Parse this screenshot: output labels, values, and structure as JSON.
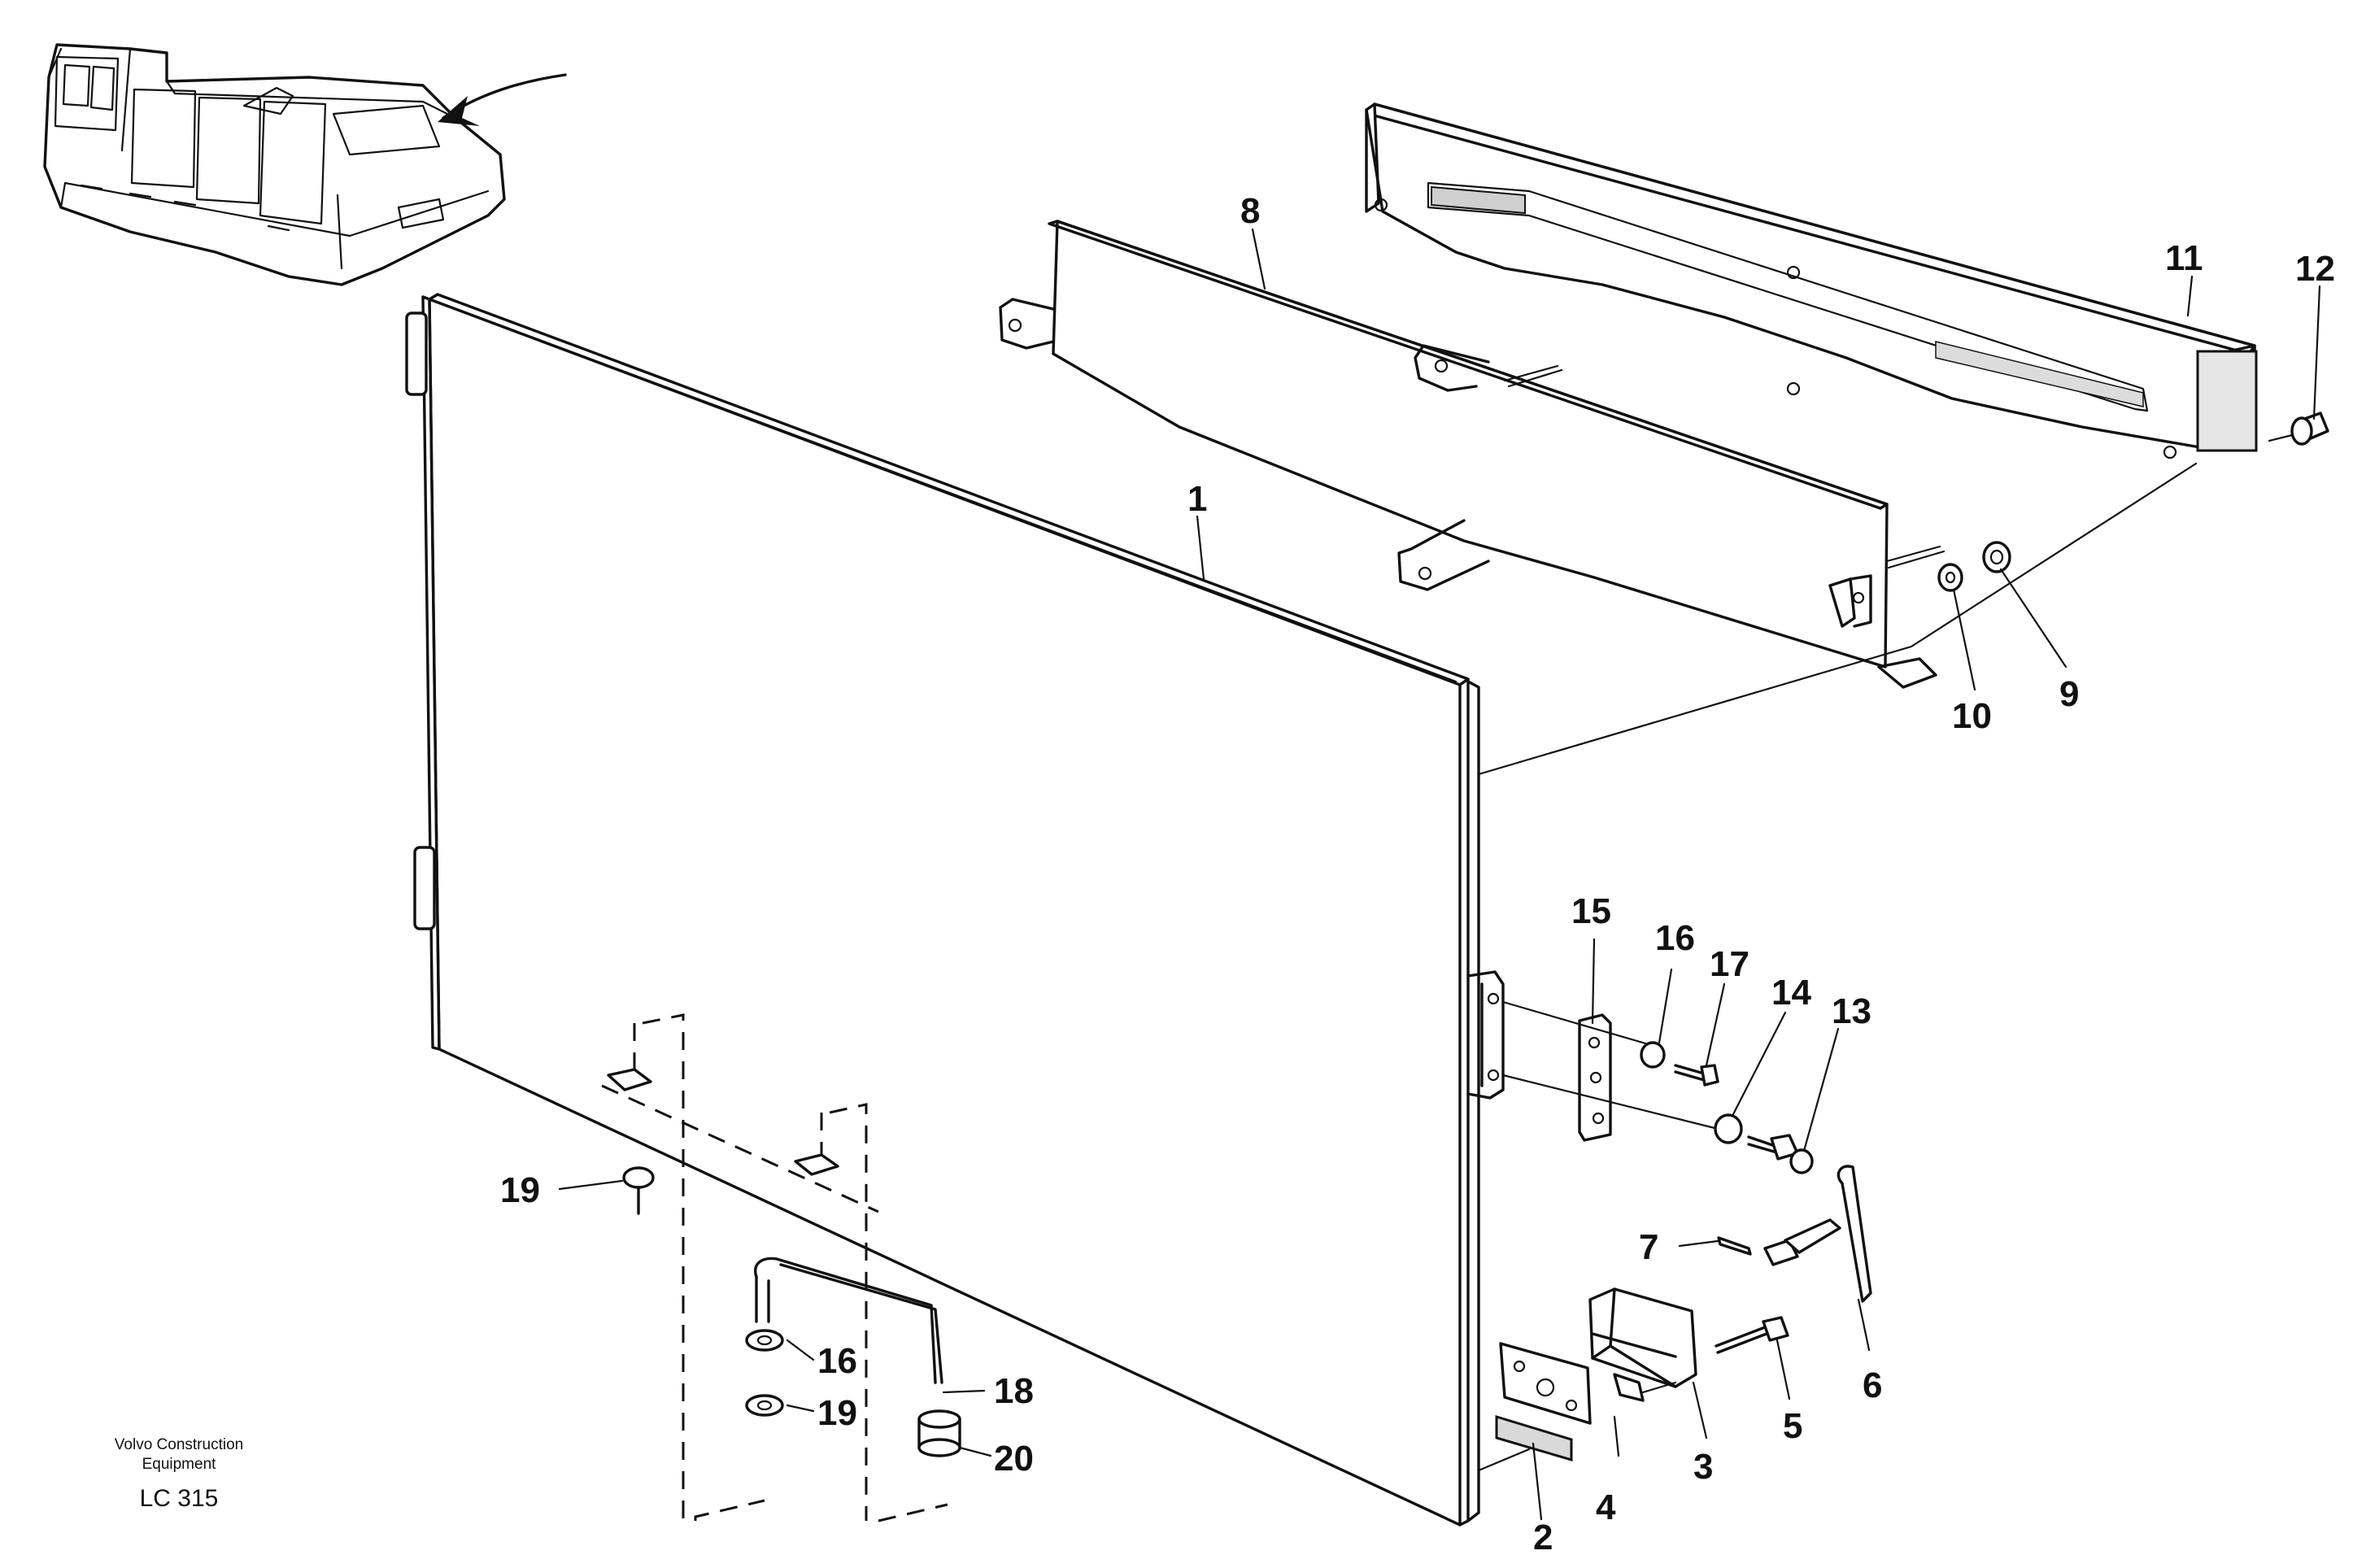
{
  "callouts": {
    "c1": "1",
    "c2": "2",
    "c3": "3",
    "c4": "4",
    "c5": "5",
    "c6": "6",
    "c7": "7",
    "c8": "8",
    "c9": "9",
    "c10": "10",
    "c11": "11",
    "c12": "12",
    "c13": "13",
    "c14": "14",
    "c15": "15",
    "c16a": "16",
    "c16b": "16",
    "c17": "17",
    "c18": "18",
    "c19a": "19",
    "c19b": "19",
    "c20": "20"
  },
  "footer": {
    "line1": "Volvo Construction",
    "line2": "Equipment",
    "code": "LC 315"
  }
}
